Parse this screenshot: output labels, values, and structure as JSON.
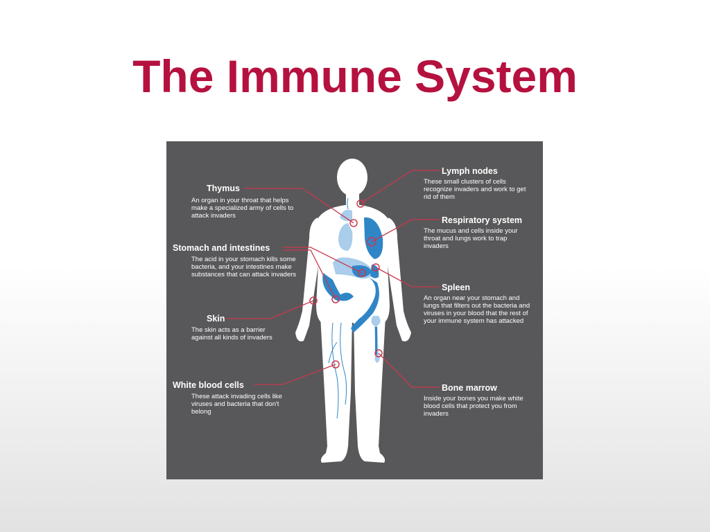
{
  "title": "The Immune System",
  "colors": {
    "title": "#b5113f",
    "panel": "#58585a",
    "body": "#ffffff",
    "organ_dark": "#2f86c7",
    "organ_light": "#a9cdea",
    "leader": "#c8394e",
    "text": "#ffffff"
  },
  "labels": {
    "thymus": {
      "heading": "Thymus",
      "lines": [
        "An organ in your throat that helps",
        "make a specialized army of cells to",
        "attack invaders"
      ]
    },
    "stomach": {
      "heading": "Stomach and intestines",
      "lines": [
        "The acid in your stomach kills some",
        "bacteria, and your intestines make",
        "substances that can attack invaders"
      ]
    },
    "skin": {
      "heading": "Skin",
      "lines": [
        "The skin acts as a barrier",
        "against all kinds of invaders"
      ]
    },
    "white_blood_cells": {
      "heading": "White blood cells",
      "lines": [
        "These attack invading cells like",
        "viruses and bacteria that don't",
        "belong"
      ]
    },
    "lymph_nodes": {
      "heading": "Lymph nodes",
      "lines": [
        "These small clusters of cells",
        "recognize invaders and work to get",
        "rid of them"
      ]
    },
    "respiratory": {
      "heading": "Respiratory system",
      "lines": [
        "The mucus and cells inside your",
        "throat and lungs work to trap",
        "invaders"
      ]
    },
    "spleen": {
      "heading": "Spleen",
      "lines": [
        "An organ near your stomach and",
        "lungs that filters out the bacteria and",
        "viruses in your blood that the rest of",
        "your immune system has attacked"
      ]
    },
    "bone_marrow": {
      "heading": "Bone marrow",
      "lines": [
        "Inside your bones you make white",
        "blood cells that protect you from",
        "invaders"
      ]
    }
  }
}
